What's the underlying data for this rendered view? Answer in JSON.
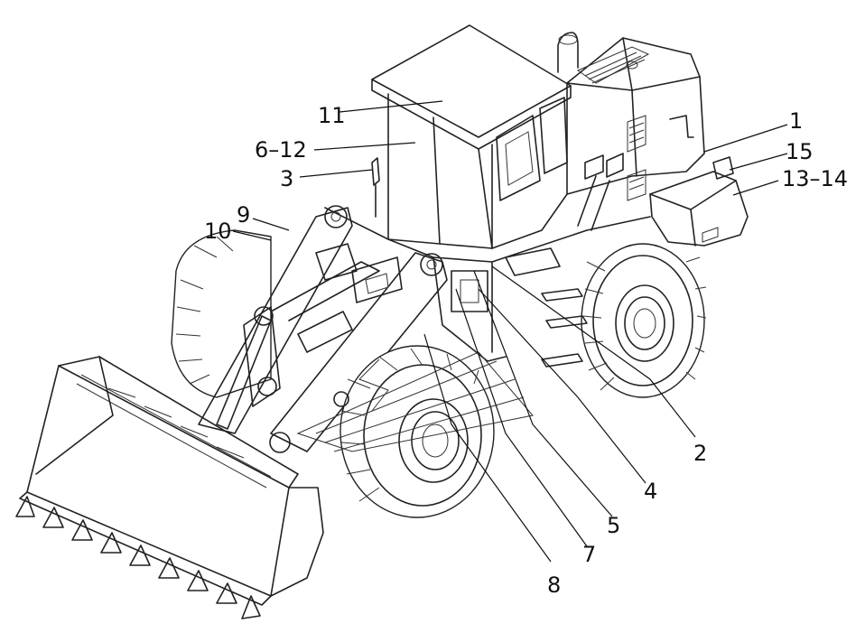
{
  "callouts": [
    {
      "id": "1",
      "text": "1"
    },
    {
      "id": "15",
      "text": "15"
    },
    {
      "id": "13-14",
      "text": "13–14"
    },
    {
      "id": "11",
      "text": "11"
    },
    {
      "id": "6-12",
      "text": "6–12"
    },
    {
      "id": "3",
      "text": "3"
    },
    {
      "id": "9",
      "text": "9"
    },
    {
      "id": "10",
      "text": "10"
    },
    {
      "id": "2",
      "text": "2"
    },
    {
      "id": "4",
      "text": "4"
    },
    {
      "id": "5",
      "text": "5"
    },
    {
      "id": "7",
      "text": "7"
    },
    {
      "id": "8",
      "text": "8"
    }
  ]
}
